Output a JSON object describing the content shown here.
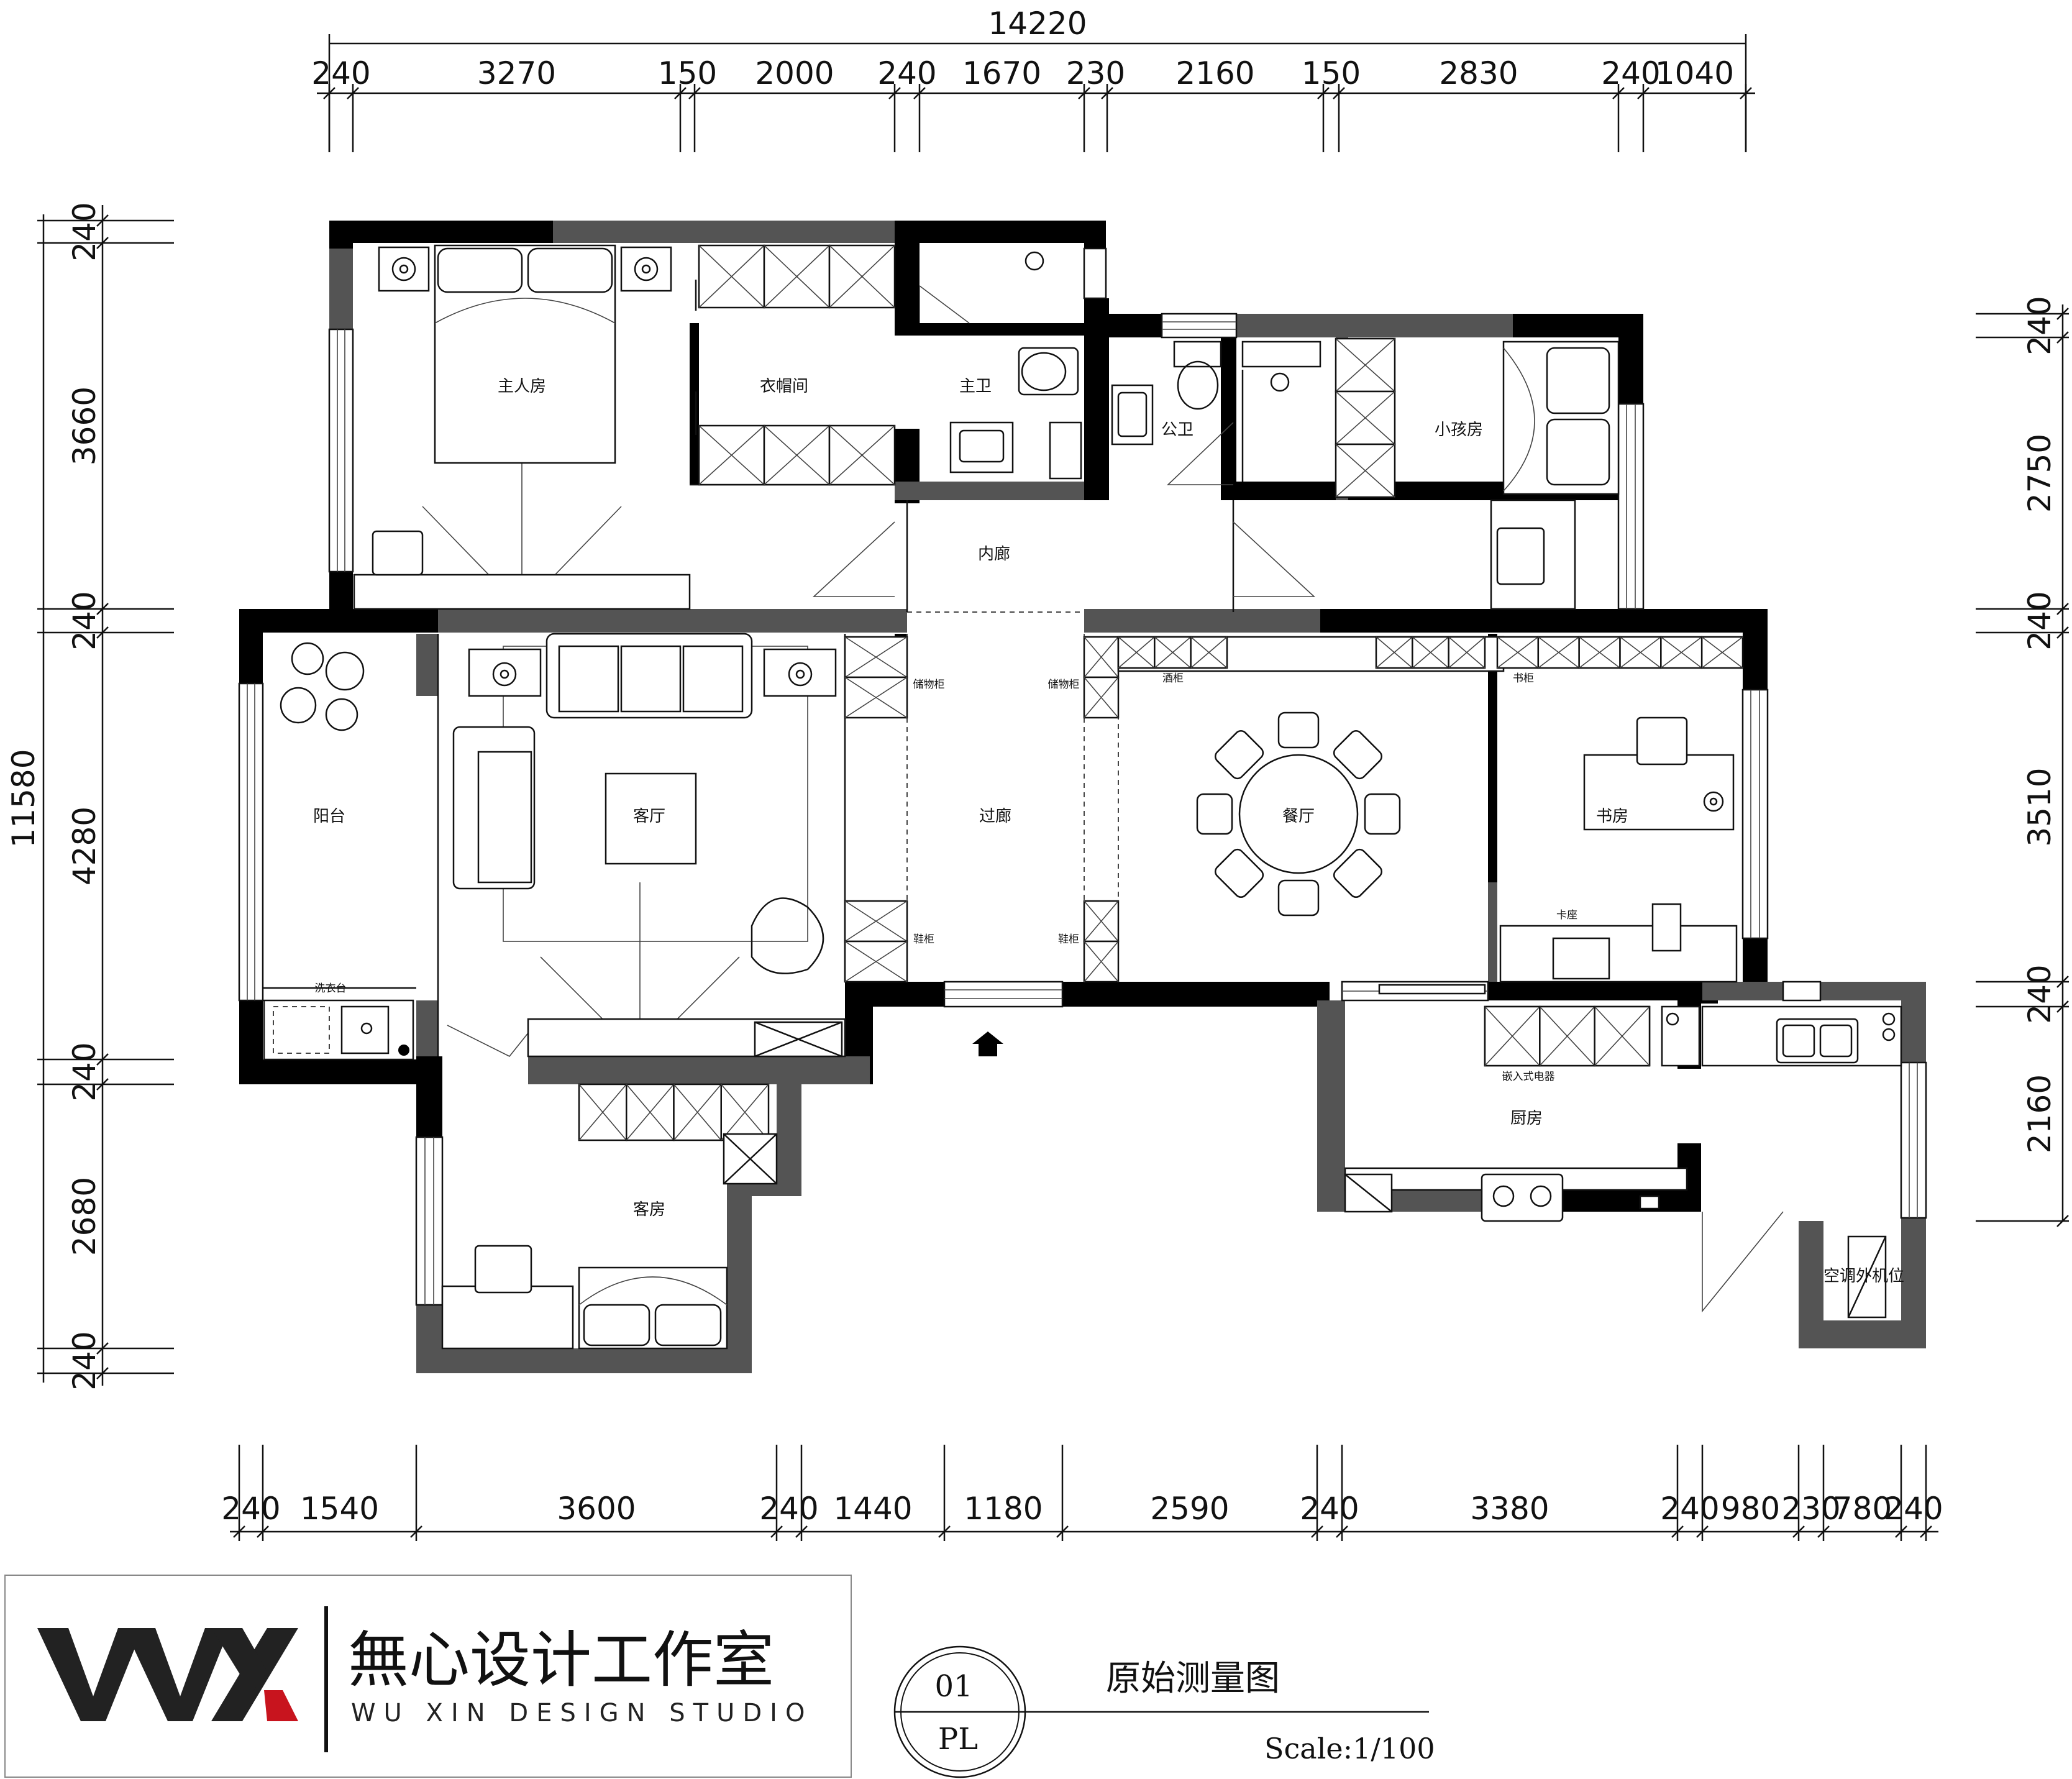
{
  "dimensions": {
    "top_total": "14220",
    "top": [
      "240",
      "3270",
      "150",
      "2000",
      "240",
      "1670",
      "230",
      "2160",
      "150",
      "2830",
      "240",
      "1040"
    ],
    "bottom": [
      "240",
      "1540",
      "3600",
      "240",
      "1440",
      "1180",
      "2590",
      "240",
      "3380",
      "240",
      "980",
      "230",
      "780",
      "240"
    ],
    "left_total": "11580",
    "left": [
      "240",
      "3660",
      "240",
      "4280",
      "240",
      "2680",
      "240"
    ],
    "right": [
      "240",
      "2750",
      "240",
      "3510",
      "240",
      "2160"
    ]
  },
  "rooms": {
    "master_bedroom": "主人房",
    "walkin_closet": "衣帽间",
    "master_bath": "主卫",
    "public_bath": "公卫",
    "kids_room": "小孩房",
    "inner_corridor": "内廊",
    "corridor": "过廊",
    "living_room": "客厅",
    "balcony": "阳台",
    "dining_room": "餐厅",
    "study": "书房",
    "kitchen": "厨房",
    "guest_room": "客房"
  },
  "fixtures": {
    "storage_1": "储物柜",
    "storage_2": "储物柜",
    "shoe_1": "鞋柜",
    "shoe_2": "鞋柜",
    "wine": "酒柜",
    "book": "书柜",
    "booth": "卡座",
    "laundry": "洗衣台",
    "appliance": "嵌入式电器",
    "ac_unit": "空调外机位"
  },
  "branding": {
    "logo_mark": "WX",
    "studio_cn": "無心设计工作室",
    "studio_en": "WU XIN DESIGN STUDIO",
    "accent_color": "#c8141e"
  },
  "title_block": {
    "title": "原始测量图",
    "number": "01",
    "sheet": "PL",
    "scale": "Scale:1/100"
  }
}
